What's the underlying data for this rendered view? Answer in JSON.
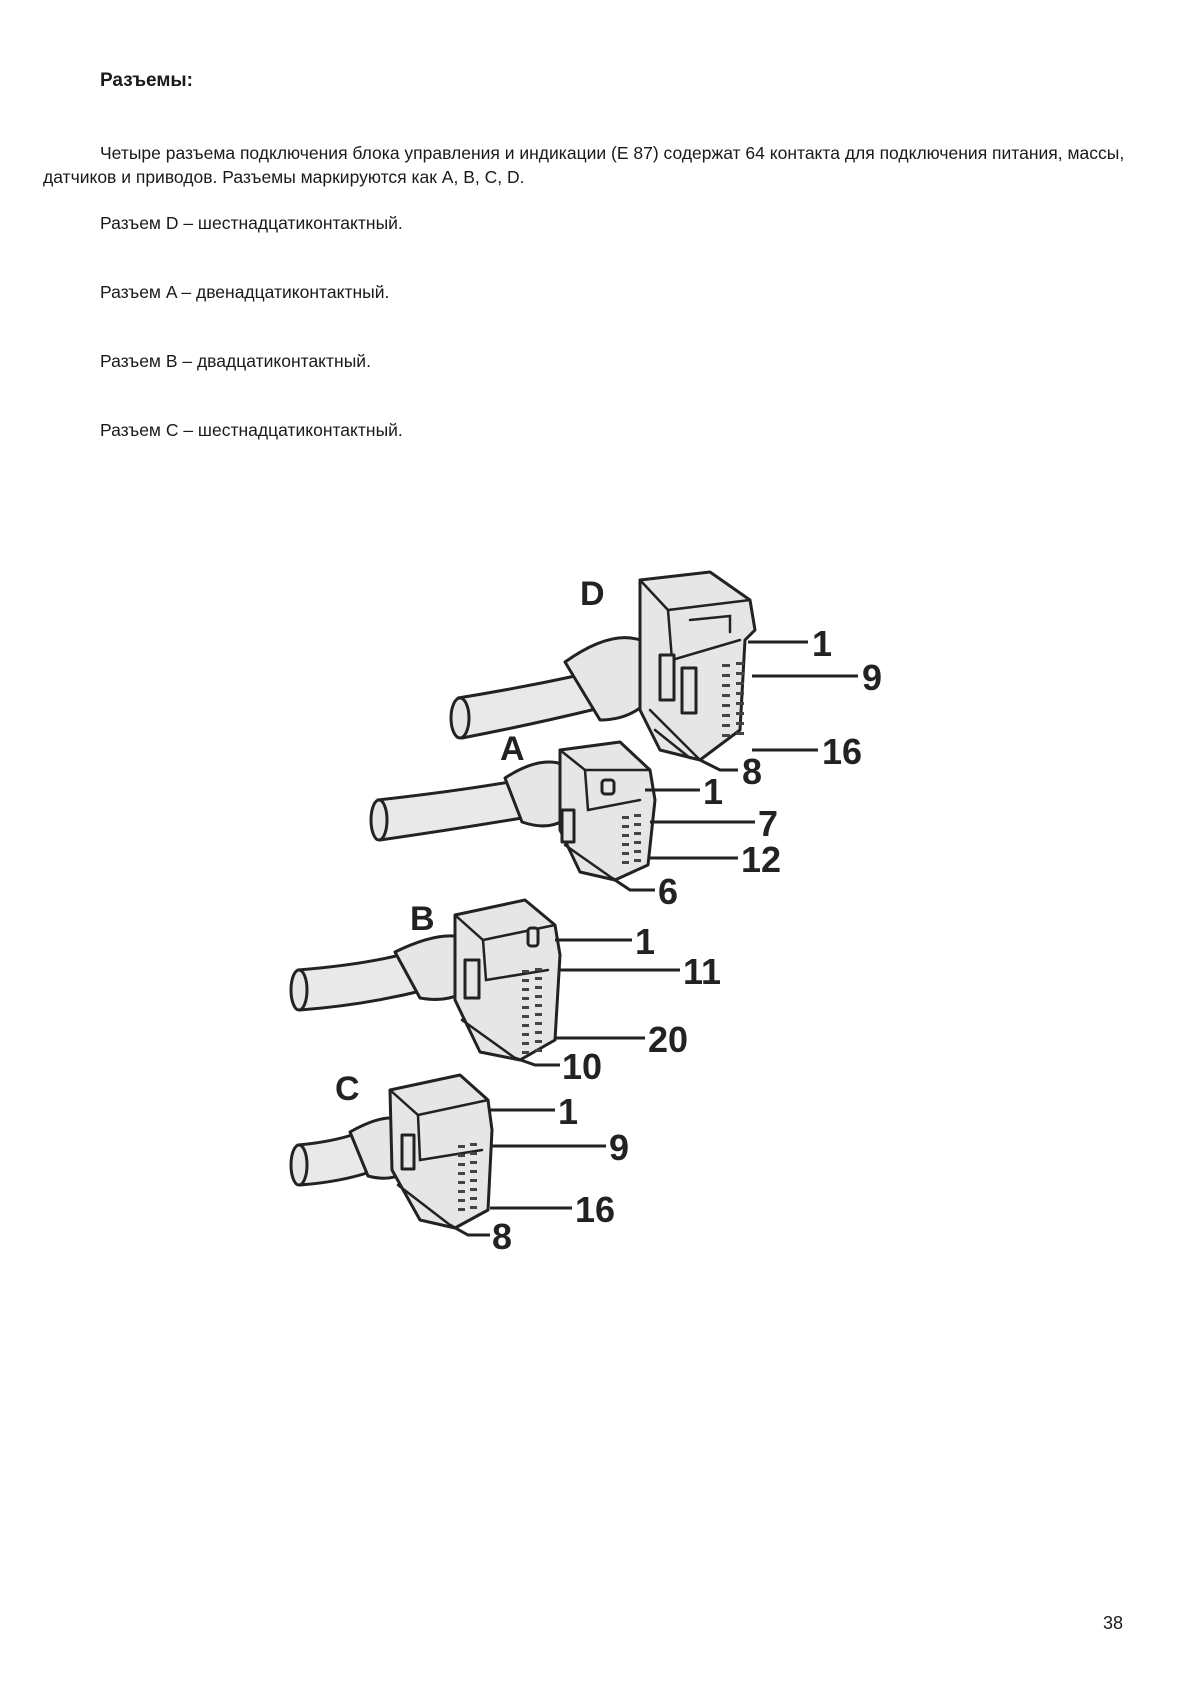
{
  "heading": "Разъемы:",
  "intro": "Четыре разъема подключения блока управления и индикации (E 87) содержат 64 контакта для подключения питания, массы, датчиков и приводов. Разъемы маркируются как A, B, C, D.",
  "specs": [
    "Разъем D – шестнадцатиконтактный.",
    "Разъем A – двенадцатиконтактный.",
    "Разъем B – двадцатиконтактный.",
    "Разъем C – шестнадцатиконтактный."
  ],
  "figure": {
    "connectors": [
      {
        "letter": "D",
        "pins": [
          "1",
          "9",
          "16",
          "8"
        ]
      },
      {
        "letter": "A",
        "pins": [
          "1",
          "7",
          "12",
          "6"
        ]
      },
      {
        "letter": "B",
        "pins": [
          "1",
          "11",
          "20",
          "10"
        ]
      },
      {
        "letter": "C",
        "pins": [
          "1",
          "9",
          "16",
          "8"
        ]
      }
    ]
  },
  "page_number": "38"
}
